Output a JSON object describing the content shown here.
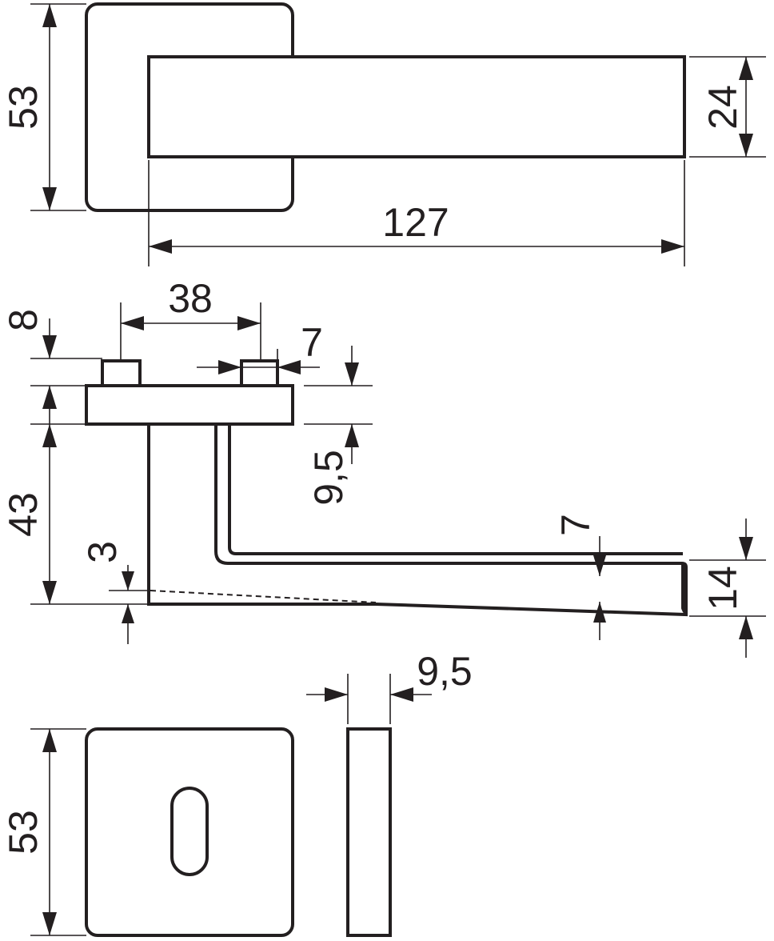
{
  "drawing": {
    "top_view": {
      "rose_height": "53",
      "lever_width": "24",
      "lever_length": "127"
    },
    "side_view": {
      "pin_spacing": "38",
      "pin_height": "8",
      "pin_width": "7",
      "rose_thickness": "9,5",
      "lever_drop": "43",
      "tip_thickness": "7",
      "end_height": "14",
      "taper": "3"
    },
    "front_view": {
      "rose_height": "53",
      "rose_depth": "9,5"
    }
  }
}
